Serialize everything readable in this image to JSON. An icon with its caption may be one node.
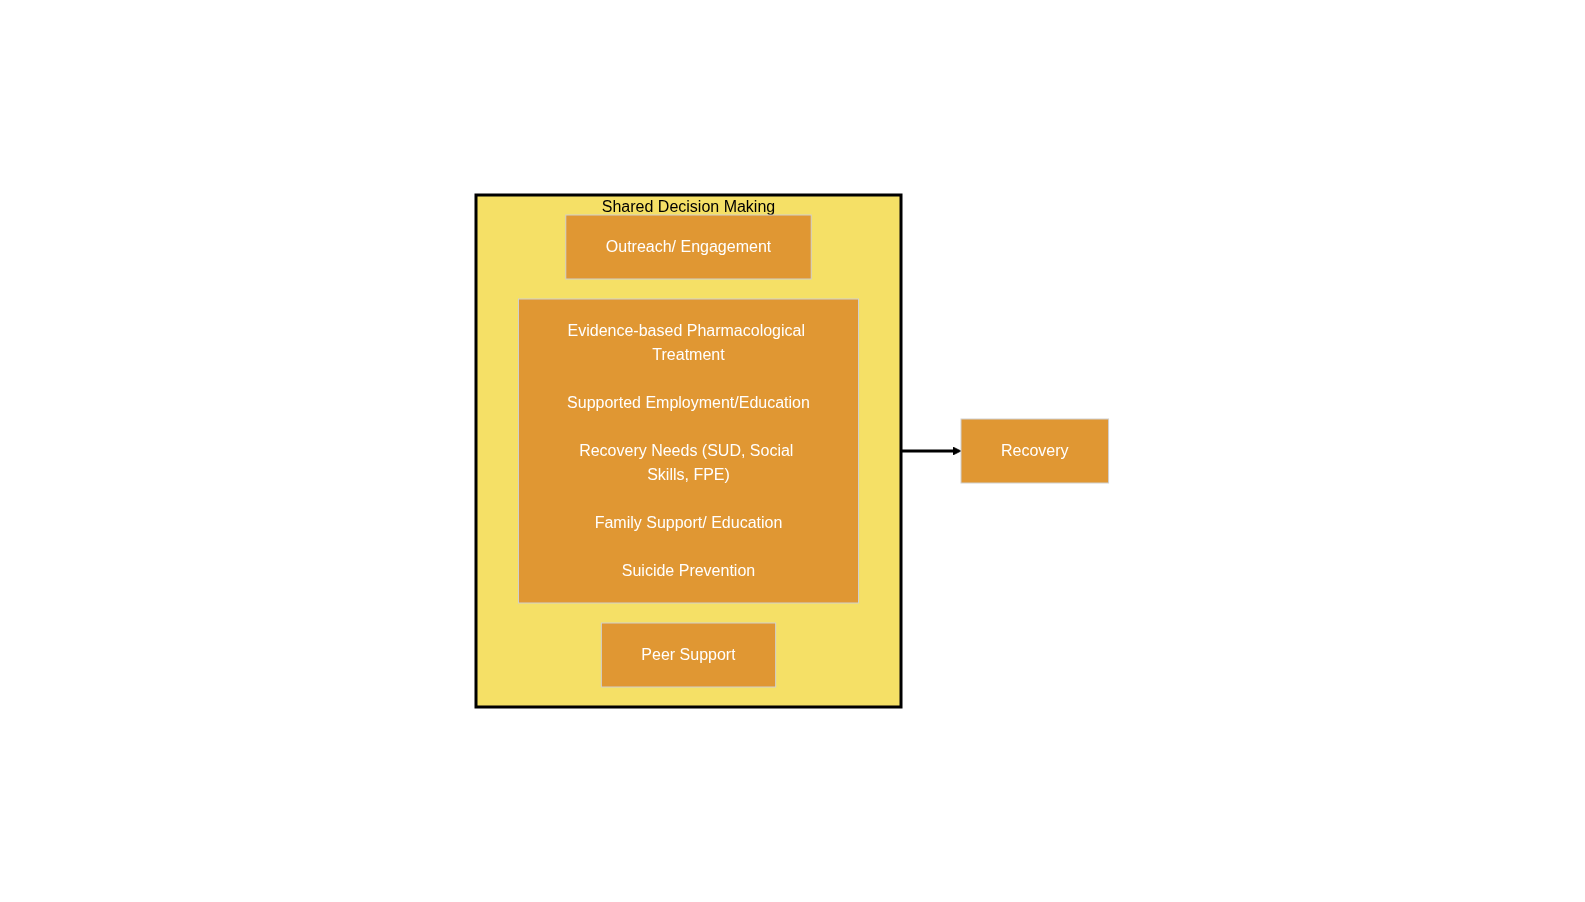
{
  "diagram": {
    "nodes": [
      {
        "text": [
          "Shared Decision Making"
        ]
      },
      {
        "text": [
          "Outreach/ Engagement"
        ],
        "in": 0
      },
      {
        "text": [
          "Evidence-based Pharmacological Treatment",
          "Supported Employment/Education",
          "Recovery Needs (SUD, Social Skills, FPE)",
          "Family Support/ Education",
          "Suicide Prevention"
        ],
        "in": 0
      },
      {
        "text": [
          "Peer Support"
        ],
        "in": 0
      },
      {
        "text": [
          "Recovery"
        ]
      }
    ],
    "edges": [
      {
        "from": 0,
        "to": 4,
        "arrow": "to"
      }
    ]
  }
}
